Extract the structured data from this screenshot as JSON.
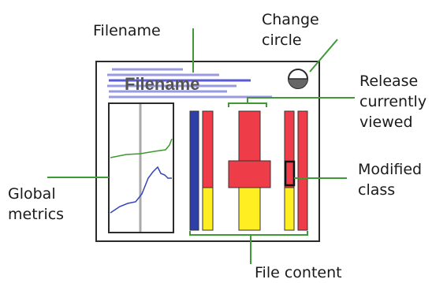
{
  "labels": {
    "filename": "Filename",
    "change_circle": [
      "Change",
      "circle"
    ],
    "release_currently_viewed": [
      "Release",
      "currently",
      "viewed"
    ],
    "global_metrics": [
      "Global",
      "metrics"
    ],
    "modified_class": [
      "Modified",
      "class"
    ],
    "file_content": "File content",
    "panel_title": "Filename"
  },
  "colors": {
    "leader_line": "#3e9a34",
    "frame": "#2b2b2b",
    "red_bar": "#ee3c48",
    "yellow_bar": "#ffee22",
    "blue_bar": "#2f3fa8",
    "metric_line_green": "#3c9a2e",
    "metric_line_blue": "#3344bb",
    "title_lines": "#9a9ae0"
  }
}
